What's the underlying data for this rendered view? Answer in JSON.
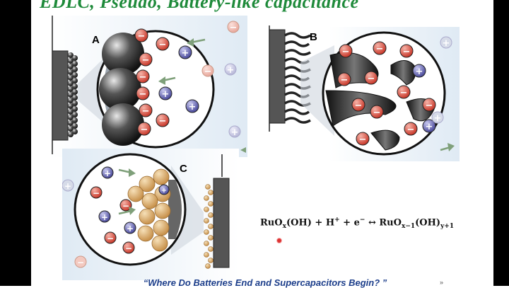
{
  "slide": {
    "title": "EDLC, Pseudo, Battery-like capacitance",
    "caption": "“Where Do Batteries End and Supercapacitors Begin? ”",
    "corner_mark": "»"
  },
  "panels": {
    "a": {
      "label": "A"
    },
    "b": {
      "label": "B"
    },
    "c": {
      "label": "C"
    }
  },
  "equation": {
    "lhs": "RuO",
    "lhs_sub": "x",
    "lhs_group": "(OH) + H",
    "plus_sup": "+",
    "plus_e": " + e",
    "e_sup": "−",
    "arrow": " ↔ ",
    "rhs": "RuO",
    "rhs_sub": "x−1",
    "rhs_group": "(OH)",
    "rhs_group_sub": "y+1"
  },
  "colors": {
    "title": "#1e8a3a",
    "caption": "#1b3d8a",
    "anion": "#d94a3b",
    "cation": "#5a5aa8",
    "electrolyte": "#e6f0f8",
    "arrow": "#7fa07a",
    "particle": "#d8a868"
  },
  "ions": {
    "minus": "−",
    "plus": "+"
  }
}
